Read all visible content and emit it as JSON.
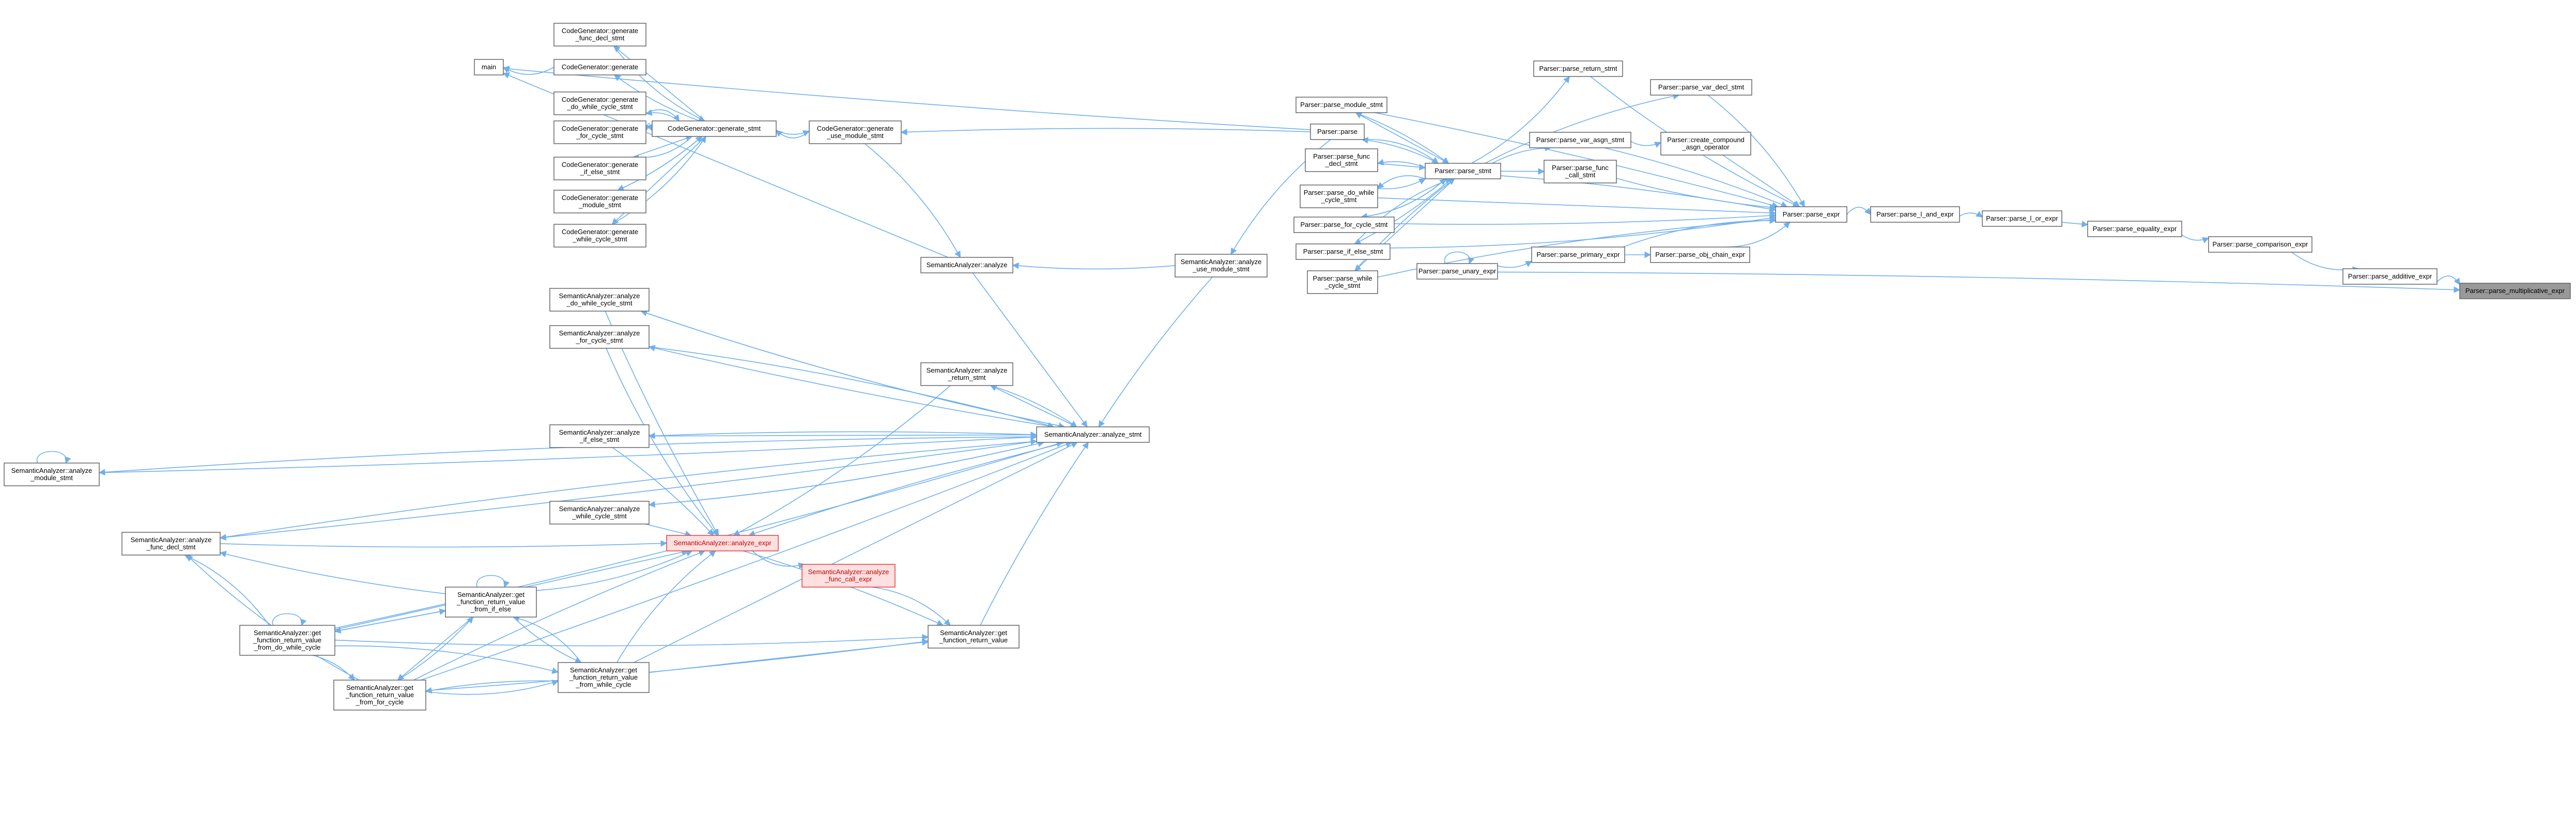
{
  "graph": {
    "colors": {
      "edge": "#6fb0ec",
      "node_border": "#666666",
      "highlight_border": "#e04040",
      "highlight_fill": "#ffe0e0",
      "current_fill": "#999999"
    },
    "nodes": [
      {
        "id": "main",
        "lines": [
          "main"
        ]
      },
      {
        "id": "cg_generate",
        "lines": [
          "CodeGenerator::generate"
        ]
      },
      {
        "id": "cg_gen_func_decl",
        "lines": [
          "CodeGenerator::generate",
          "_func_decl_stmt"
        ]
      },
      {
        "id": "cg_gen_do_while",
        "lines": [
          "CodeGenerator::generate",
          "_do_while_cycle_stmt"
        ]
      },
      {
        "id": "cg_gen_for",
        "lines": [
          "CodeGenerator::generate",
          "_for_cycle_stmt"
        ]
      },
      {
        "id": "cg_gen_if_else",
        "lines": [
          "CodeGenerator::generate",
          "_if_else_stmt"
        ]
      },
      {
        "id": "cg_gen_module",
        "lines": [
          "CodeGenerator::generate",
          "_module_stmt"
        ]
      },
      {
        "id": "cg_gen_while",
        "lines": [
          "CodeGenerator::generate",
          "_while_cycle_stmt"
        ]
      },
      {
        "id": "cg_gen_stmt",
        "lines": [
          "CodeGenerator::generate_stmt"
        ]
      },
      {
        "id": "cg_gen_use_module",
        "lines": [
          "CodeGenerator::generate",
          "_use_module_stmt"
        ]
      },
      {
        "id": "sa_analyze",
        "lines": [
          "SemanticAnalyzer::analyze"
        ]
      },
      {
        "id": "sa_do_while",
        "lines": [
          "SemanticAnalyzer::analyze",
          "_do_while_cycle_stmt"
        ]
      },
      {
        "id": "sa_for",
        "lines": [
          "SemanticAnalyzer::analyze",
          "_for_cycle_stmt"
        ]
      },
      {
        "id": "sa_return",
        "lines": [
          "SemanticAnalyzer::analyze",
          "_return_stmt"
        ]
      },
      {
        "id": "sa_if_else",
        "lines": [
          "SemanticAnalyzer::analyze",
          "_if_else_stmt"
        ]
      },
      {
        "id": "sa_stmt",
        "lines": [
          "SemanticAnalyzer::analyze_stmt"
        ]
      },
      {
        "id": "sa_module",
        "lines": [
          "SemanticAnalyzer::analyze",
          "_module_stmt"
        ]
      },
      {
        "id": "sa_while",
        "lines": [
          "SemanticAnalyzer::analyze",
          "_while_cycle_stmt"
        ]
      },
      {
        "id": "sa_func_decl",
        "lines": [
          "SemanticAnalyzer::analyze",
          "_func_decl_stmt"
        ]
      },
      {
        "id": "sa_expr",
        "lines": [
          "SemanticAnalyzer::analyze_expr"
        ]
      },
      {
        "id": "sa_func_call",
        "lines": [
          "SemanticAnalyzer::analyze",
          "_func_call_expr"
        ]
      },
      {
        "id": "sa_get_if_else",
        "lines": [
          "SemanticAnalyzer::get",
          "_function_return_value",
          "_from_if_else"
        ]
      },
      {
        "id": "sa_get_do_while",
        "lines": [
          "SemanticAnalyzer::get",
          "_function_return_value",
          "_from_do_while_cycle"
        ]
      },
      {
        "id": "sa_get_while",
        "lines": [
          "SemanticAnalyzer::get",
          "_function_return_value",
          "_from_while_cycle"
        ]
      },
      {
        "id": "sa_get_for",
        "lines": [
          "SemanticAnalyzer::get",
          "_function_return_value",
          "_from_for_cycle"
        ]
      },
      {
        "id": "sa_get_rv",
        "lines": [
          "SemanticAnalyzer::get",
          "_function_return_value"
        ]
      },
      {
        "id": "sa_use_module",
        "lines": [
          "SemanticAnalyzer::analyze",
          "_use_module_stmt"
        ]
      },
      {
        "id": "p_parse",
        "lines": [
          "Parser::parse"
        ]
      },
      {
        "id": "p_module",
        "lines": [
          "Parser::parse_module_stmt"
        ]
      },
      {
        "id": "p_func_decl",
        "lines": [
          "Parser::parse_func",
          "_decl_stmt"
        ]
      },
      {
        "id": "p_do_while",
        "lines": [
          "Parser::parse_do_while",
          "_cycle_stmt"
        ]
      },
      {
        "id": "p_for",
        "lines": [
          "Parser::parse_for_cycle_stmt"
        ]
      },
      {
        "id": "p_if_else",
        "lines": [
          "Parser::parse_if_else_stmt"
        ]
      },
      {
        "id": "p_while",
        "lines": [
          "Parser::parse_while",
          "_cycle_stmt"
        ]
      },
      {
        "id": "p_stmt",
        "lines": [
          "Parser::parse_stmt"
        ]
      },
      {
        "id": "p_unary",
        "lines": [
          "Parser::parse_unary_expr"
        ]
      },
      {
        "id": "p_return",
        "lines": [
          "Parser::parse_return_stmt"
        ]
      },
      {
        "id": "p_var_decl",
        "lines": [
          "Parser::parse_var_decl_stmt"
        ]
      },
      {
        "id": "p_var_asgn",
        "lines": [
          "Parser::parse_var_asgn_stmt"
        ]
      },
      {
        "id": "p_create_comp",
        "lines": [
          "Parser::create_compound",
          "_asgn_operator"
        ]
      },
      {
        "id": "p_func_call",
        "lines": [
          "Parser::parse_func",
          "_call_stmt"
        ]
      },
      {
        "id": "p_primary",
        "lines": [
          "Parser::parse_primary_expr"
        ]
      },
      {
        "id": "p_obj_chain",
        "lines": [
          "Parser::parse_obj_chain_expr"
        ]
      },
      {
        "id": "p_expr",
        "lines": [
          "Parser::parse_expr"
        ]
      },
      {
        "id": "p_l_and",
        "lines": [
          "Parser::parse_l_and_expr"
        ]
      },
      {
        "id": "p_l_or",
        "lines": [
          "Parser::parse_l_or_expr"
        ]
      },
      {
        "id": "p_equality",
        "lines": [
          "Parser::parse_equality_expr"
        ]
      },
      {
        "id": "p_comparison",
        "lines": [
          "Parser::parse_comparison_expr"
        ]
      },
      {
        "id": "p_additive",
        "lines": [
          "Parser::parse_additive_expr"
        ]
      },
      {
        "id": "p_multiplicative",
        "lines": [
          "Parser::parse_multiplicative_expr"
        ]
      }
    ]
  }
}
